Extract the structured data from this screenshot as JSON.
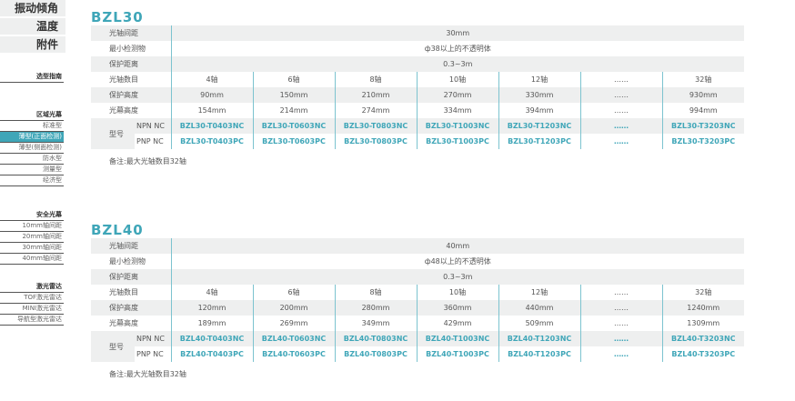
{
  "sidebar": {
    "top": [
      "振动倾角",
      "温度",
      "附件"
    ],
    "guide": "选型指南",
    "groups": [
      {
        "header": "区域光幕",
        "items": [
          "标准型",
          "薄型(正面检测)",
          "薄型(侧面检测)",
          "防水型",
          "测量型",
          "经济型"
        ],
        "active": 1
      },
      {
        "header": "安全光幕",
        "items": [
          "10mm轴间距",
          "20mm轴间距",
          "30mm轴间距",
          "40mm轴间距"
        ],
        "active": -1
      },
      {
        "header": "激光雷达",
        "items": [
          "TOF激光雷达",
          "MINI激光雷达",
          "导航型激光雷达"
        ],
        "active": -1
      }
    ]
  },
  "sections": [
    {
      "title": "BZL30",
      "spacing_label": "光轴间距",
      "spacing": "30mm",
      "min_label": "最小检测物",
      "min": "ф38以上的不透明体",
      "prot_label": "保护距离",
      "prot": "0.3~3m",
      "rows": [
        {
          "label": "光轴数目",
          "values": [
            "4轴",
            "6轴",
            "8轴",
            "10轴",
            "12轴",
            "……",
            "32轴"
          ]
        },
        {
          "label": "保护高度",
          "values": [
            "90mm",
            "150mm",
            "210mm",
            "270mm",
            "330mm",
            "……",
            "930mm"
          ]
        },
        {
          "label": "光幕高度",
          "values": [
            "154mm",
            "214mm",
            "274mm",
            "334mm",
            "394mm",
            "……",
            "994mm"
          ]
        }
      ],
      "model_label": "型号",
      "models": [
        {
          "type": "NPN NC",
          "values": [
            "BZL30-T0403NC",
            "BZL30-T0603NC",
            "BZL30-T0803NC",
            "BZL30-T1003NC",
            "BZL30-T1203NC",
            "……",
            "BZL30-T3203NC"
          ]
        },
        {
          "type": "PNP NC",
          "values": [
            "BZL30-T0403PC",
            "BZL30-T0603PC",
            "BZL30-T0803PC",
            "BZL30-T1003PC",
            "BZL30-T1203PC",
            "……",
            "BZL30-T3203PC"
          ]
        }
      ],
      "note": "备注:最大光轴数目32轴"
    },
    {
      "title": "BZL40",
      "spacing_label": "光轴间距",
      "spacing": "40mm",
      "min_label": "最小检测物",
      "min": "ф48以上的不透明体",
      "prot_label": "保护距离",
      "prot": "0.3~3m",
      "rows": [
        {
          "label": "光轴数目",
          "values": [
            "4轴",
            "6轴",
            "8轴",
            "10轴",
            "12轴",
            "……",
            "32轴"
          ]
        },
        {
          "label": "保护高度",
          "values": [
            "120mm",
            "200mm",
            "280mm",
            "360mm",
            "440mm",
            "……",
            "1240mm"
          ]
        },
        {
          "label": "光幕高度",
          "values": [
            "189mm",
            "269mm",
            "349mm",
            "429mm",
            "509mm",
            "……",
            "1309mm"
          ]
        }
      ],
      "model_label": "型号",
      "models": [
        {
          "type": "NPN NC",
          "values": [
            "BZL40-T0403NC",
            "BZL40-T0603NC",
            "BZL40-T0803NC",
            "BZL40-T1003NC",
            "BZL40-T1203NC",
            "……",
            "BZL40-T3203NC"
          ]
        },
        {
          "type": "PNP NC",
          "values": [
            "BZL40-T0403PC",
            "BZL40-T0603PC",
            "BZL40-T0803PC",
            "BZL40-T1003PC",
            "BZL40-T1203PC",
            "……",
            "BZL40-T3203PC"
          ]
        }
      ],
      "note": "备注:最大光轴数目32轴"
    }
  ],
  "colors": {
    "accent": "#3fa6b8",
    "stripe": "#eeefef"
  }
}
